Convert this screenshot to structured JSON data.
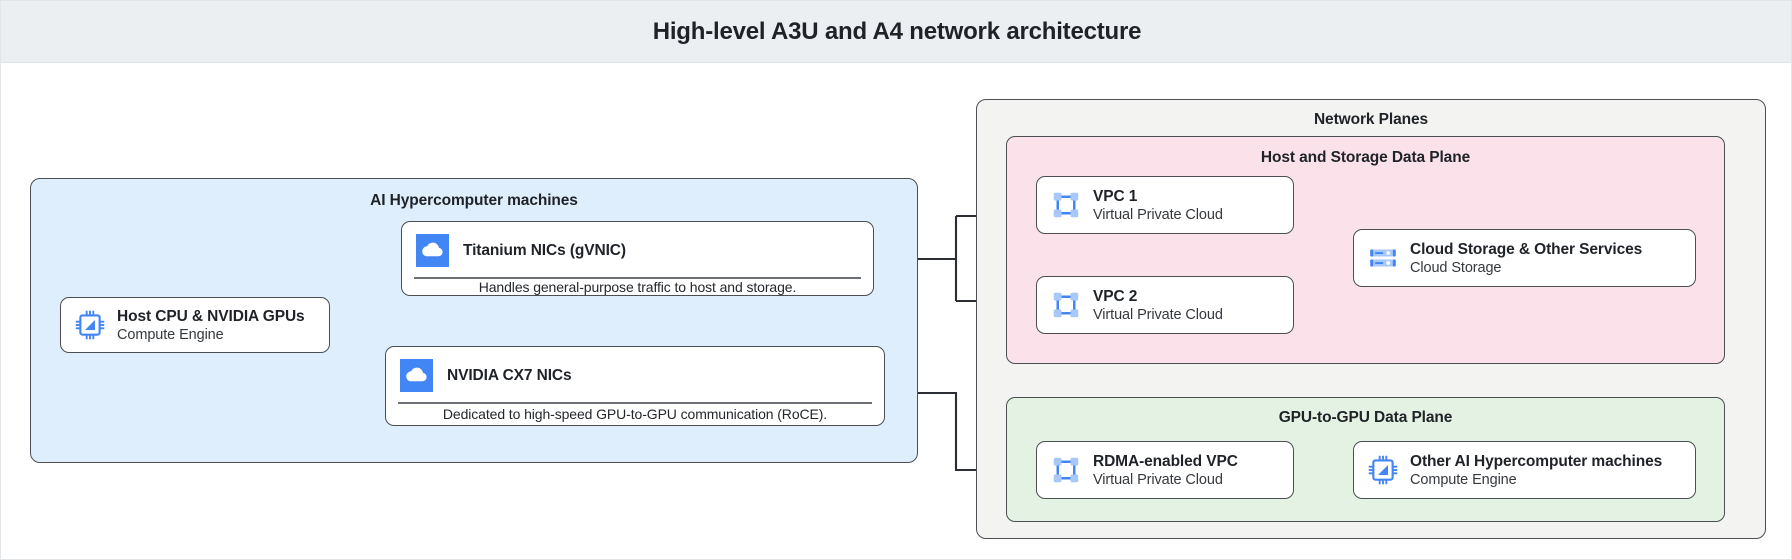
{
  "header": {
    "title": "High-level A3U and A4 network architecture"
  },
  "groups": {
    "machines": {
      "title": "AI Hypercomputer machines",
      "color": "#dfeefc"
    },
    "planes": {
      "title": "Network Planes",
      "color": "#f3f3f2"
    },
    "host_storage_plane": {
      "title": "Host and Storage Data Plane",
      "color": "#fbe2ea"
    },
    "gpu_plane": {
      "title": "GPU-to-GPU Data Plane",
      "color": "#e4f2e3"
    }
  },
  "nodes": {
    "host_cpu": {
      "title": "Host CPU & NVIDIA GPUs",
      "subtitle": "Compute Engine",
      "icon": "cpu-chip-icon"
    },
    "titanium_nics": {
      "title": "Titanium NICs (gVNIC)",
      "description": "Handles general-purpose traffic to host and storage.",
      "icon": "cloud-icon"
    },
    "cx7_nics": {
      "title": "NVIDIA CX7 NICs",
      "description": "Dedicated to high-speed GPU-to-GPU communication (RoCE).",
      "icon": "cloud-icon"
    },
    "vpc1": {
      "title": "VPC 1",
      "subtitle": "Virtual Private Cloud",
      "icon": "vpc-icon"
    },
    "vpc2": {
      "title": "VPC 2",
      "subtitle": "Virtual Private Cloud",
      "icon": "vpc-icon"
    },
    "cloud_storage": {
      "title": "Cloud Storage & Other Services",
      "subtitle": "Cloud Storage",
      "icon": "storage-icon"
    },
    "rdma_vpc": {
      "title": "RDMA-enabled VPC",
      "subtitle": "Virtual Private Cloud",
      "icon": "vpc-icon"
    },
    "other_machines": {
      "title": "Other AI Hypercomputer machines",
      "subtitle": "Compute Engine",
      "icon": "cpu-chip-icon"
    }
  },
  "colors": {
    "page_background": "#ffffff",
    "header_background": "#eceff1",
    "stroke": "#4b4f54",
    "icon_blue": "#4285f4",
    "icon_blue_light": "#a8c7fa",
    "text": "#1f2328"
  }
}
